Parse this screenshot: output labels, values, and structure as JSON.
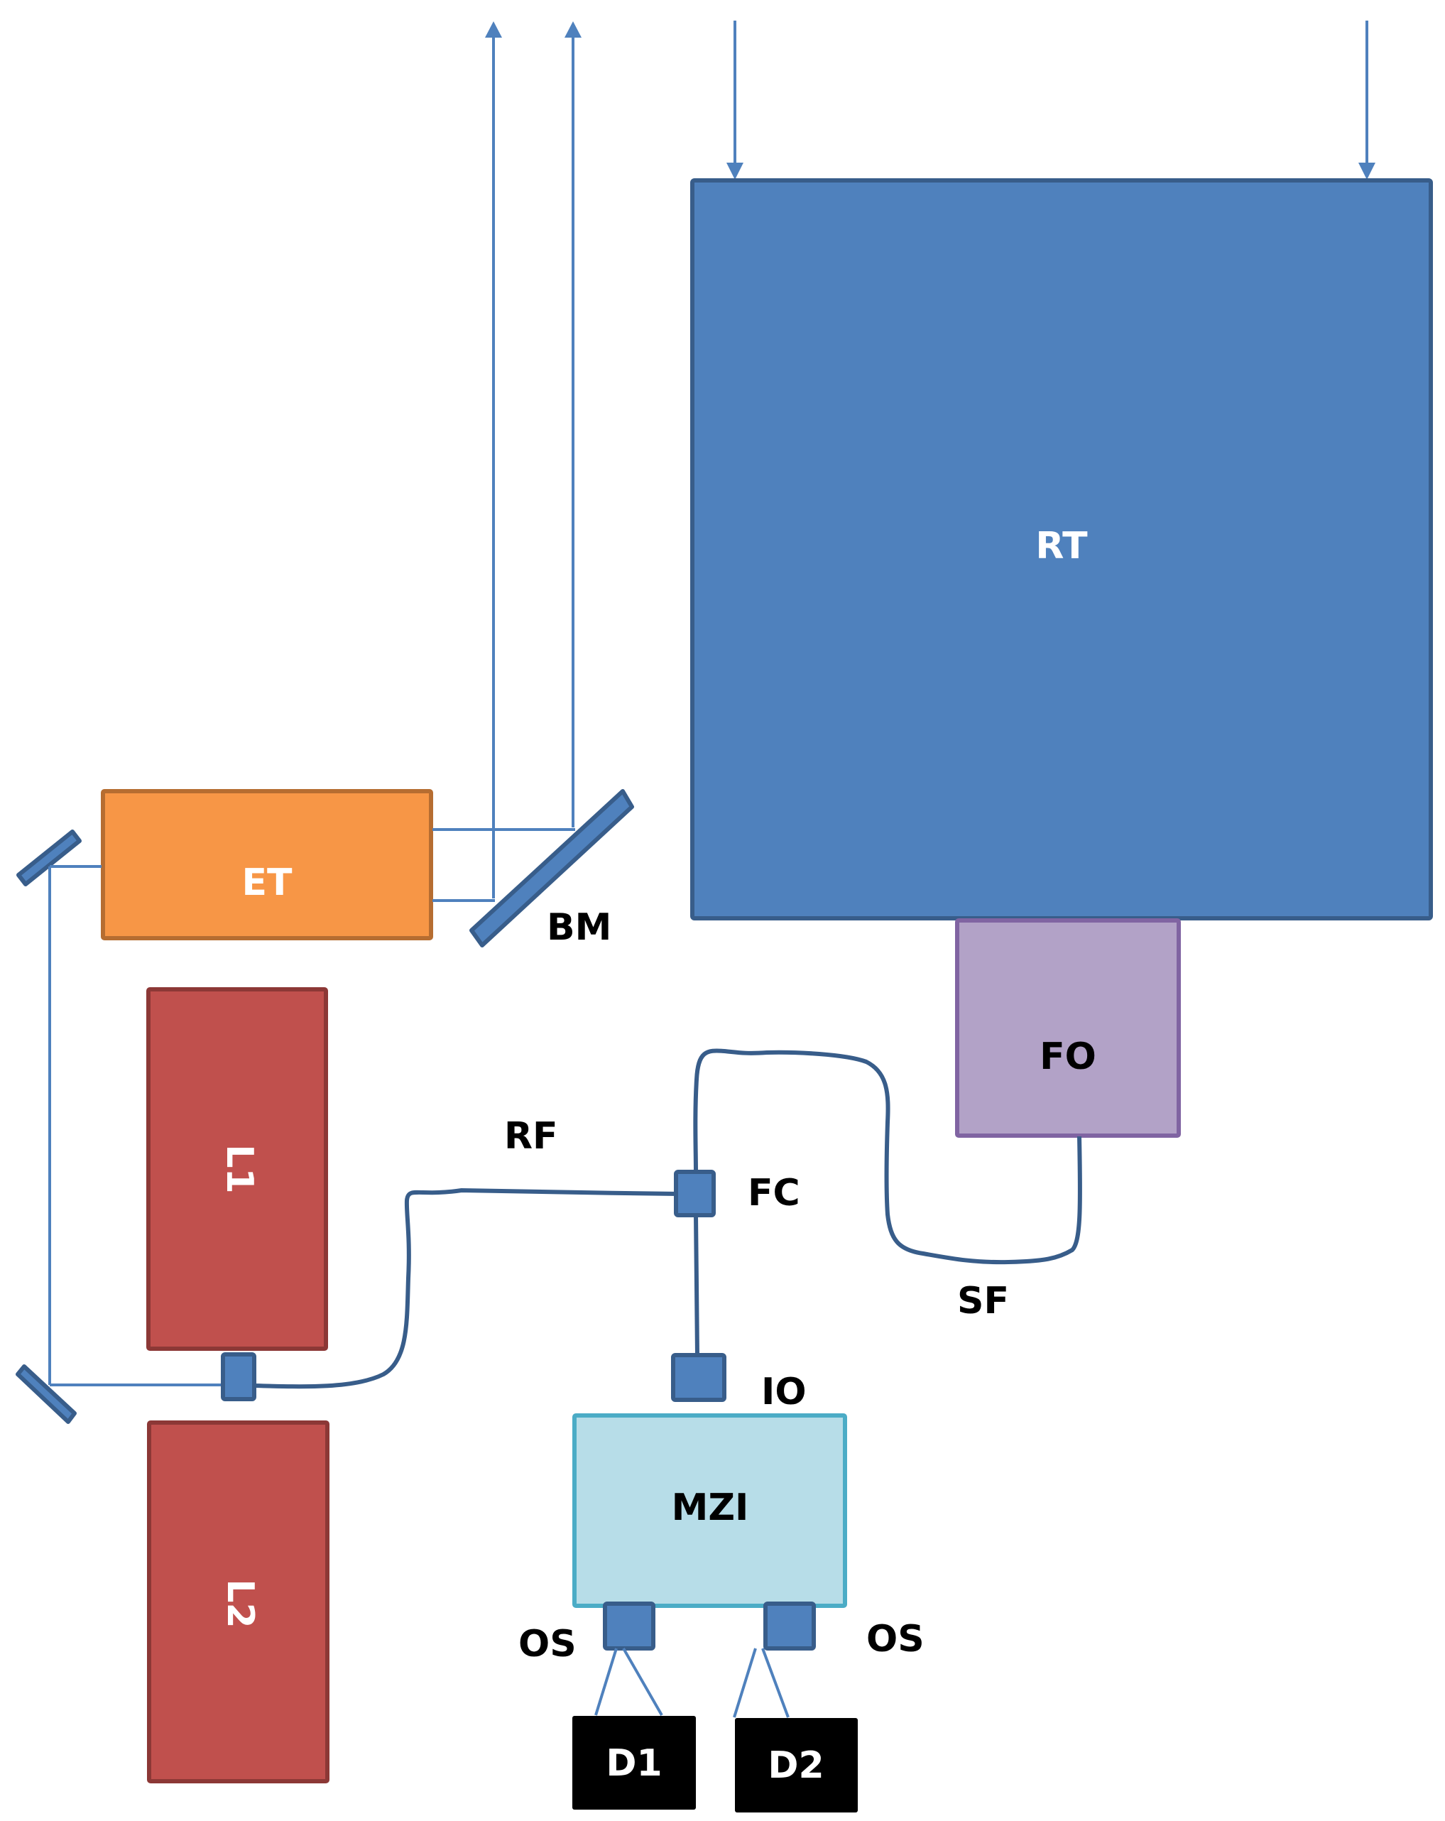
{
  "diagram": {
    "colors": {
      "beam": "#4f81bd",
      "blue_fill": "#4f81bd",
      "blue_stroke": "#385d8a",
      "orange_fill": "#f79646",
      "orange_stroke": "#b66d31",
      "red_fill": "#c0504d",
      "red_stroke": "#8c3836",
      "purple_fill": "#b2a2c7",
      "purple_stroke": "#8064a2",
      "cyan_fill": "#b7dde8",
      "cyan_stroke": "#4bacc6",
      "black": "#000000",
      "white": "#ffffff"
    },
    "components": {
      "rt": "RT",
      "fo": "FO",
      "et": "ET",
      "bm": "BM",
      "l1": "L1",
      "l2": "L2",
      "rf": "RF",
      "fc": "FC",
      "sf": "SF",
      "io": "IO",
      "mzi": "MZI",
      "os_left": "OS",
      "os_right": "OS",
      "d1": "D1",
      "d2": "D2"
    }
  }
}
